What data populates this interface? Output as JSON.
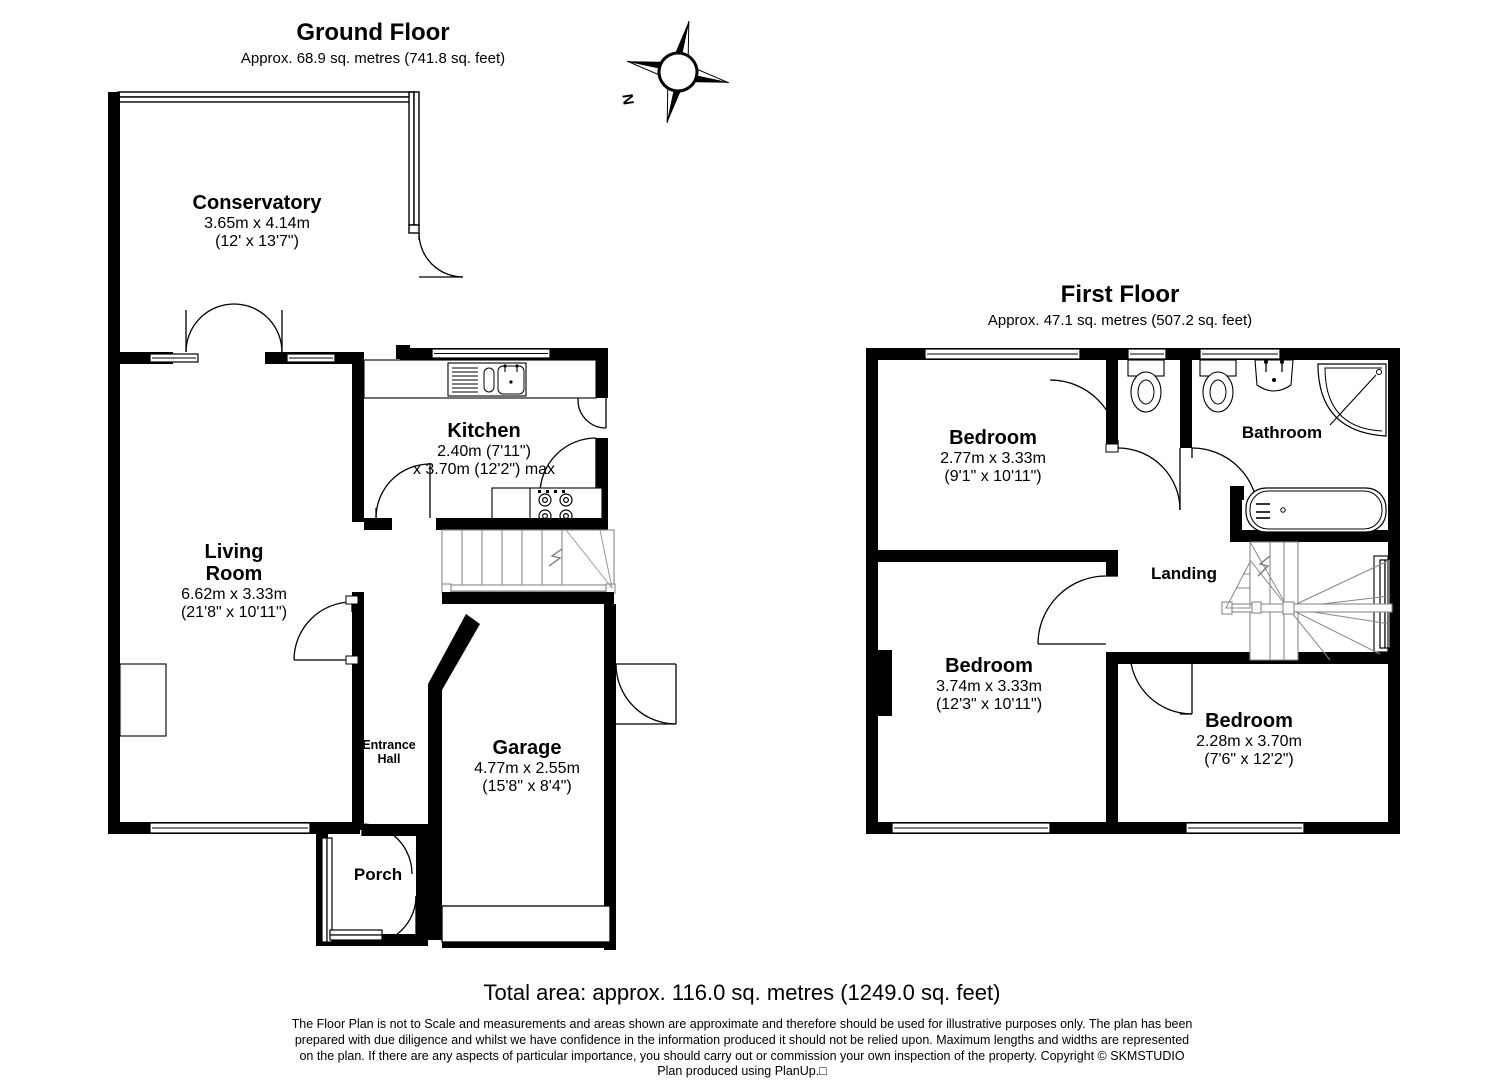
{
  "document": {
    "type": "floor-plan",
    "total_area_line": "Total area: approx. 116.0 sq. metres (1249.0 sq. feet)",
    "disclaimer_line_1": "The Floor Plan is not to Scale and measurements and areas shown are approximate and therefore should be used for illustrative purposes only. The plan has been",
    "disclaimer_line_2": "prepared with due diligence and whilst we have confidence in the information produced it should not be relied upon. Maximum lengths and widths are represented",
    "disclaimer_line_3": "on the plan. If there are any aspects of particular importance, you should carry out or commission your own inspection of the property. Copyright © SKMSTUDIO",
    "producer_line": "Plan  produced  using  PlanUp.□"
  },
  "compass": {
    "label": "N",
    "icon": "compass-rose-icon"
  },
  "ground_floor": {
    "title": "Ground Floor",
    "area": "Approx. 68.9 sq. metres (741.8 sq. feet)",
    "rooms": [
      {
        "key": "conservatory",
        "name": "Conservatory",
        "metric": "3.65m x 4.14m",
        "imperial": "(12' x 13'7\")"
      },
      {
        "key": "kitchen",
        "name": "Kitchen",
        "metric": "2.40m (7'11\")",
        "imperial": "x 3.70m (12'2\") max"
      },
      {
        "key": "living_room",
        "name_line_1": "Living",
        "name_line_2": "Room",
        "metric": "6.62m x 3.33m",
        "imperial": "(21'8\" x 10'11\")"
      },
      {
        "key": "entrance_hall",
        "name_line_1": "Entrance",
        "name_line_2": "Hall"
      },
      {
        "key": "garage",
        "name": "Garage",
        "metric": "4.77m x 2.55m",
        "imperial": "(15'8\" x 8'4\")"
      },
      {
        "key": "porch",
        "name": "Porch"
      }
    ]
  },
  "first_floor": {
    "title": "First Floor",
    "area": "Approx. 47.1 sq. metres (507.2 sq. feet)",
    "rooms": [
      {
        "key": "bedroom_1",
        "name": "Bedroom",
        "metric": "2.77m x 3.33m",
        "imperial": "(9'1\" x 10'11\")"
      },
      {
        "key": "bedroom_2",
        "name": "Bedroom",
        "metric": "3.74m x 3.33m",
        "imperial": "(12'3\" x 10'11\")"
      },
      {
        "key": "bedroom_3",
        "name": "Bedroom",
        "metric": "2.28m x 3.70m",
        "imperial": "(7'6\" x 12'2\")"
      },
      {
        "key": "bathroom",
        "name": "Bathroom"
      },
      {
        "key": "landing",
        "name": "Landing"
      }
    ]
  },
  "colors": {
    "wall": "#000000",
    "paper": "#ffffff",
    "thin_line": "#000000",
    "fixture_line": "#444444"
  }
}
